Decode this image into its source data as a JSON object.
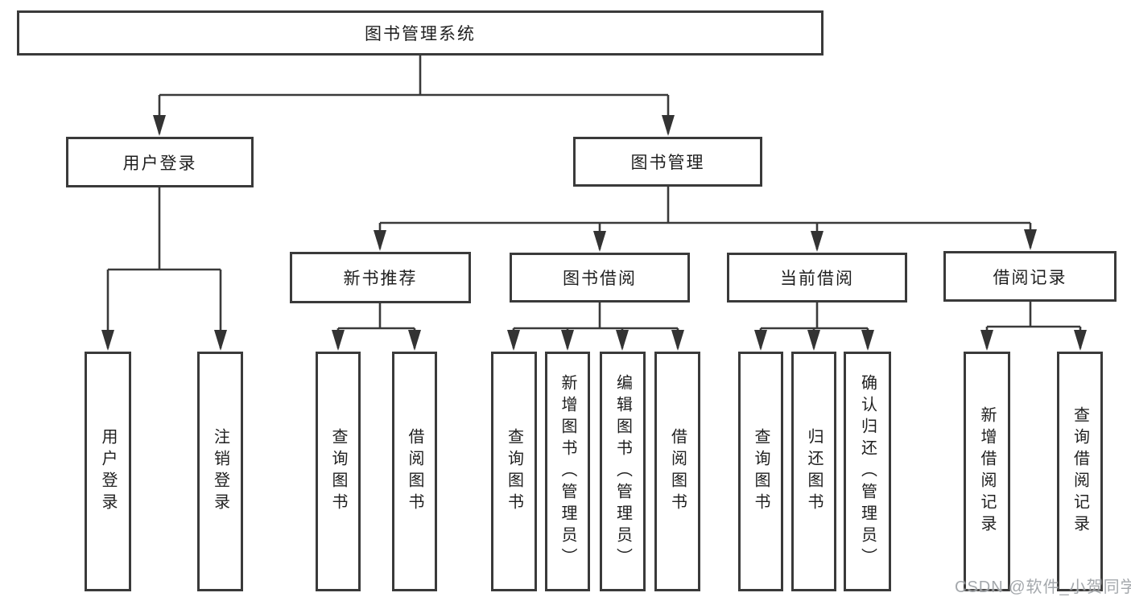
{
  "diagram": {
    "root": {
      "label": "图书管理系统"
    },
    "level2": {
      "user_login": {
        "label": "用户登录"
      },
      "book_management": {
        "label": "图书管理"
      }
    },
    "level3": {
      "new_book_recommend": {
        "label": "新书推荐"
      },
      "book_borrow": {
        "label": "图书借阅"
      },
      "current_borrow": {
        "label": "当前借阅"
      },
      "borrow_records": {
        "label": "借阅记录"
      }
    },
    "leaves": {
      "user_login_children": [
        "用户登录",
        "注销登录"
      ],
      "new_book_children": [
        "查询图书",
        "借阅图书"
      ],
      "book_borrow_children": [
        "查询图书",
        "新增图书（管理员）",
        "编辑图书（管理员）",
        "借阅图书"
      ],
      "current_borrow_children": [
        "查询图书",
        "归还图书",
        "确认归还（管理员）"
      ],
      "borrow_record_children": [
        "新增借阅记录",
        "查询借阅记录"
      ]
    },
    "watermark": "CSDN @软件_小贺同学",
    "colors": {
      "line": "#3a3a3a",
      "text": "#1f1f1f",
      "background": "#ffffff",
      "watermark": "#94999e"
    }
  }
}
